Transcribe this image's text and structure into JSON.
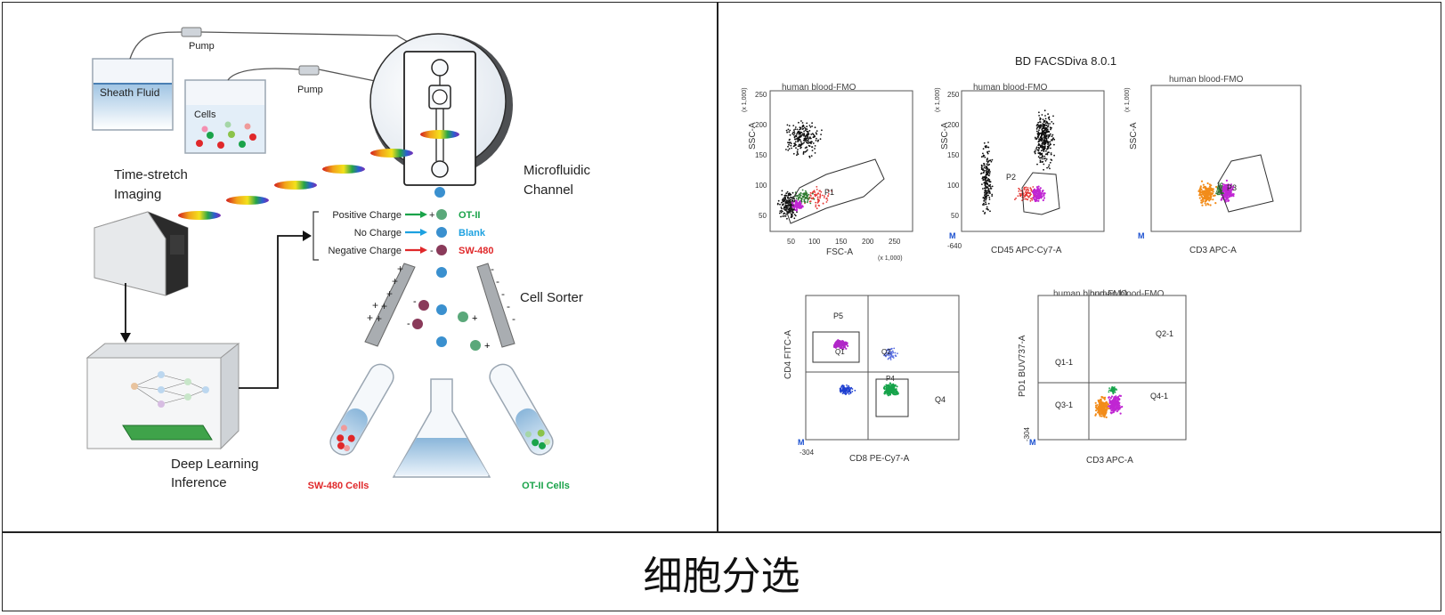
{
  "left": {
    "pump1": "Pump",
    "pump2": "Pump",
    "sheath": "Sheath Fluid",
    "cells": "Cells",
    "timestretch1": "Time-stretch",
    "timestretch2": "Imaging",
    "micro1": "Microfluidic",
    "micro2": "Channel",
    "positive": "Positive Charge",
    "nocharge": "No Charge",
    "negative": "Negative Charge",
    "ot2": "OT-II",
    "blank": "Blank",
    "sw480": "SW-480",
    "sorter": "Cell Sorter",
    "deep1": "Deep Learning",
    "deep2": "Inference",
    "swcells": "SW-480 Cells",
    "otcells": "OT-II Cells",
    "colors": {
      "green": "#1aa34a",
      "blue": "#1da1e0",
      "red": "#e0282a"
    }
  },
  "right": {
    "title": "BD FACSDiva 8.0.1",
    "p1": {
      "title": "human blood-FMO",
      "x": "FSC-A",
      "y": "SSC-A",
      "xunit": "(x 1,000)",
      "yunit": "(x 1,000)",
      "gate": "P1",
      "yt": [
        "250",
        "200",
        "150",
        "100",
        "50"
      ],
      "xt": [
        "50",
        "100",
        "150",
        "200",
        "250"
      ]
    },
    "p2": {
      "title": "human blood-FMO",
      "x": "CD45 APC-Cy7-A",
      "y": "SSC-A",
      "yunit": "(x 1,000)",
      "gate": "P2",
      "xmin": "-640",
      "yt": [
        "250",
        "200",
        "150",
        "100",
        "50"
      ]
    },
    "p3": {
      "title": "human blood-FMO",
      "x": "CD3 APC-A",
      "y": "SSC-A",
      "yunit": "(x 1,000)",
      "gate": "P3"
    },
    "p4": {
      "title": "human blood-FMO",
      "x": "CD8 PE-Cy7-A",
      "y": "CD4 FITC-A",
      "xmin": "-304",
      "p5": "P5",
      "q1": "Q1",
      "q2": "Q2",
      "p4": "P4",
      "q4": "Q4"
    },
    "p5": {
      "title": "human blood-FMO",
      "x": "CD3 APC-A",
      "y": "PD1 BUV737-A",
      "ymin": "-304",
      "q1": "Q1-1",
      "q2": "Q2-1",
      "q3": "Q3-1",
      "q4": "Q4-1"
    },
    "m": "M"
  },
  "caption": "细胞分选"
}
